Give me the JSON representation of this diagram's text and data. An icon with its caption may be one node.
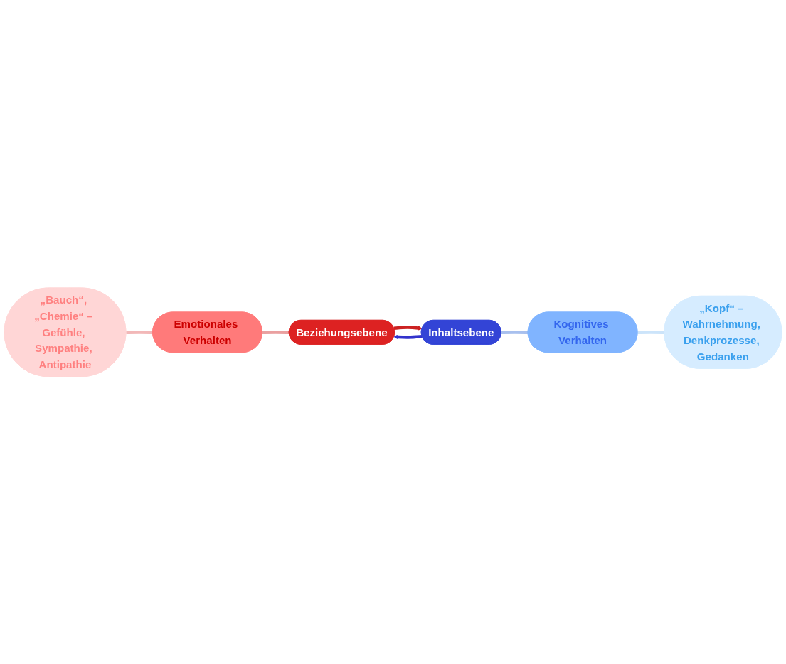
{
  "diagram": {
    "nodes": [
      {
        "text": [
          "„Bauch“, „Chemie“ – Gefühle, Sympathie, Antipathie"
        ]
      },
      {
        "text": [
          "Emotionales Verhalten"
        ]
      },
      {
        "text": [
          "Beziehungsebene"
        ]
      },
      {
        "text": [
          "Inhaltsebene"
        ]
      },
      {
        "text": [
          "Kognitives Verhalten"
        ]
      },
      {
        "text": [
          "„Kopf“ – Wahrnehmung, Denkprozesse, Gedanken"
        ]
      }
    ],
    "edges": [
      {
        "from": 0,
        "to": 1,
        "arrow": "none",
        "color": "#f2b8b8"
      },
      {
        "from": 1,
        "to": 2,
        "arrow": "none",
        "color": "#eaa0a0"
      },
      {
        "from": 2,
        "to": 3,
        "arrow": "to",
        "color": "#cc2222"
      },
      {
        "from": 3,
        "to": 4,
        "arrow": "none",
        "color": "#a8c0ee"
      },
      {
        "from": 4,
        "to": 5,
        "arrow": "none",
        "color": "#cce4fa"
      },
      {
        "from": 3,
        "to": 2,
        "arrow": "to",
        "color": "#3333cc"
      }
    ]
  }
}
